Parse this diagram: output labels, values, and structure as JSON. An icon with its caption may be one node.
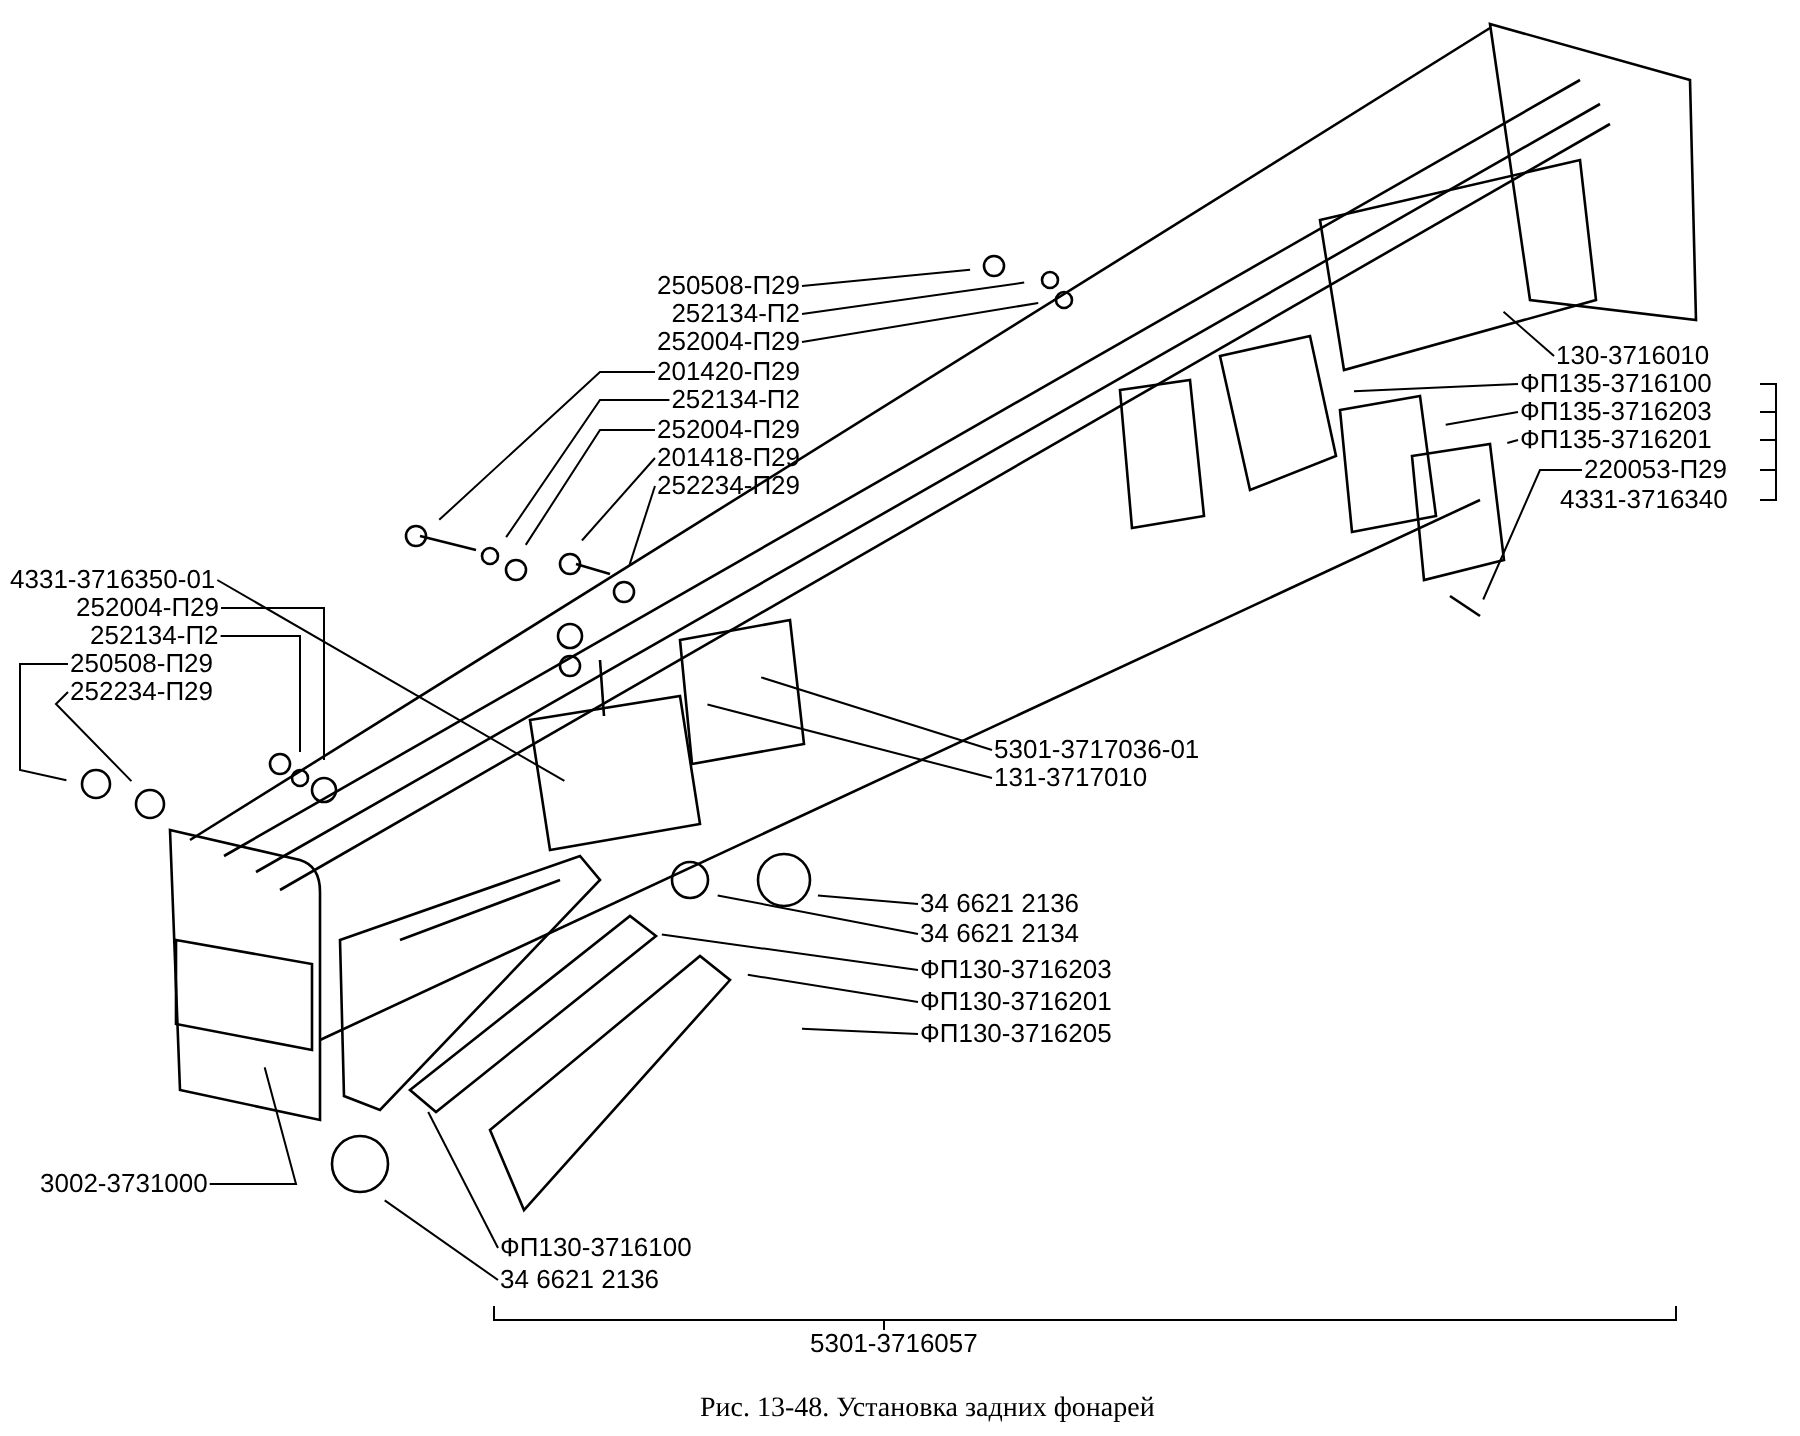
{
  "diagram": {
    "caption": "Рис. 13-48. Установка задних фонарей",
    "nodes": [
      {
        "text": [
          "250508-П29"
        ]
      },
      {
        "text": [
          "252134-П2"
        ]
      },
      {
        "text": [
          "252004-П29"
        ]
      },
      {
        "text": [
          "201420-П29"
        ]
      },
      {
        "text": [
          "252134-П2"
        ]
      },
      {
        "text": [
          "252004-П29"
        ]
      },
      {
        "text": [
          "201418-П29"
        ]
      },
      {
        "text": [
          "252234-П29"
        ]
      },
      {
        "text": [
          "4331-3716350-01"
        ]
      },
      {
        "text": [
          "252004-П29"
        ]
      },
      {
        "text": [
          "252134-П2"
        ]
      },
      {
        "text": [
          "250508-П29"
        ]
      },
      {
        "text": [
          "252234-П29"
        ]
      },
      {
        "text": [
          "130-3716010"
        ]
      },
      {
        "text": [
          "ФП135-3716100"
        ]
      },
      {
        "text": [
          "ФП135-3716203"
        ]
      },
      {
        "text": [
          "ФП135-3716201"
        ]
      },
      {
        "text": [
          "220053-П29"
        ]
      },
      {
        "text": [
          "5301-3717036-01"
        ]
      },
      {
        "text": [
          "131-3717010"
        ]
      },
      {
        "text": [
          "34 6621 2136"
        ]
      },
      {
        "text": [
          "34 6621 2134"
        ]
      },
      {
        "text": [
          "ФП130-3716203"
        ]
      },
      {
        "text": [
          "ФП130-3716201"
        ]
      },
      {
        "text": [
          "ФП130-3716205"
        ]
      },
      {
        "text": [
          "3002-3731000"
        ]
      },
      {
        "text": [
          "ФП130-3716100"
        ]
      },
      {
        "text": [
          "34 6621 2136"
        ]
      }
    ],
    "edges": [
      {
        "from": 0,
        "to": null,
        "arrow": "none"
      },
      {
        "from": 1,
        "to": null,
        "arrow": "none"
      },
      {
        "from": 2,
        "to": null,
        "arrow": "none"
      },
      {
        "from": 3,
        "to": null,
        "arrow": "none"
      },
      {
        "from": 4,
        "to": null,
        "arrow": "none"
      },
      {
        "from": 5,
        "to": null,
        "arrow": "none"
      },
      {
        "from": 6,
        "to": null,
        "arrow": "none"
      },
      {
        "from": 7,
        "to": null,
        "arrow": "none"
      },
      {
        "from": 8,
        "to": null,
        "arrow": "none"
      },
      {
        "from": 9,
        "to": null,
        "arrow": "none"
      },
      {
        "from": 10,
        "to": null,
        "arrow": "none"
      },
      {
        "from": 11,
        "to": null,
        "arrow": "none"
      },
      {
        "from": 12,
        "to": null,
        "arrow": "none"
      },
      {
        "from": 13,
        "to": null,
        "arrow": "none"
      },
      {
        "from": 14,
        "to": null,
        "arrow": "none"
      },
      {
        "from": 15,
        "to": null,
        "arrow": "none"
      },
      {
        "from": 16,
        "to": null,
        "arrow": "none"
      },
      {
        "from": 17,
        "to": null,
        "arrow": "none"
      },
      {
        "from": 18,
        "to": null,
        "arrow": "none"
      },
      {
        "from": 19,
        "to": null,
        "arrow": "none"
      },
      {
        "from": 20,
        "to": null,
        "arrow": "none"
      },
      {
        "from": 21,
        "to": null,
        "arrow": "none"
      },
      {
        "from": 22,
        "to": null,
        "arrow": "none"
      },
      {
        "from": 23,
        "to": null,
        "arrow": "none"
      },
      {
        "from": 24,
        "to": null,
        "arrow": "none"
      },
      {
        "from": 25,
        "to": null,
        "arrow": "none"
      },
      {
        "from": 26,
        "to": null,
        "arrow": "none"
      },
      {
        "from": 27,
        "to": null,
        "arrow": "none"
      }
    ],
    "labels": [
      "4331-3716340",
      "5301-3716057"
    ]
  }
}
